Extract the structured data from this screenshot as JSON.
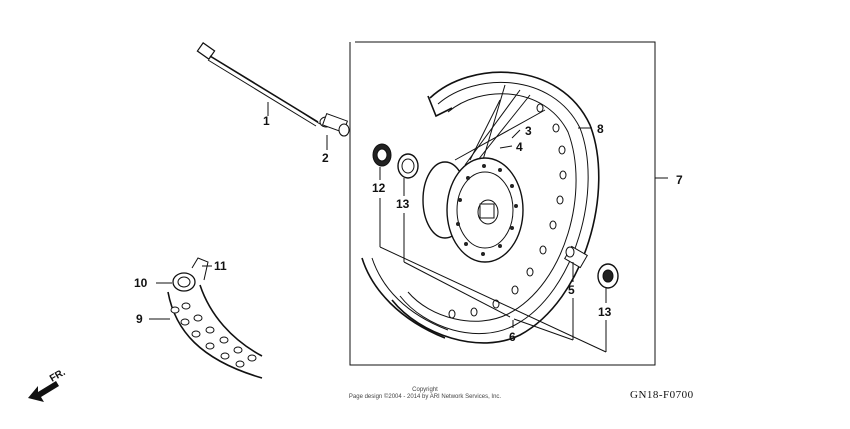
{
  "parts": {
    "p1": "1",
    "p2": "2",
    "p3": "3",
    "p4": "4",
    "p5": "5",
    "p6": "6",
    "p7": "7",
    "p8": "8",
    "p9": "9",
    "p10": "10",
    "p11": "11",
    "p12": "12",
    "p13a": "13",
    "p13b": "13"
  },
  "direction_label": "FR.",
  "footer": {
    "copyright_title": "Copyright",
    "copyright_text": "Page design ©2004 - 2014 by ARI Network Services, Inc.",
    "figure_code": "GN18-F0700"
  }
}
